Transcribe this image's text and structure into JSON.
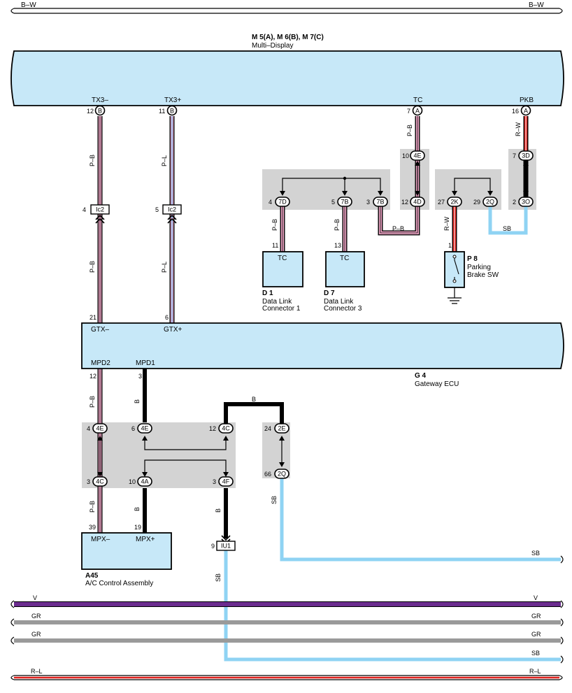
{
  "wires": {
    "top": "B–W",
    "tx3m": "P–B",
    "tx3m_low": "P–B",
    "tx3p": "P–L",
    "tx3p_low": "P–L",
    "tc_up": "P–B",
    "pkb_up": "R–W",
    "d1": "P–B",
    "d7": "P–B",
    "horiz_pb": "P–B",
    "sb_short": "SB",
    "rw_p8": "R–W",
    "mpd2": "P–B",
    "mpd1": "B",
    "b_top": "B",
    "mpx_m": "P–B",
    "mpx_p": "B",
    "to_iu1": "B",
    "sb_2q": "SB",
    "sb_right": "SB",
    "sb_iu1": "SB",
    "v": "V",
    "gr1": "GR",
    "gr2": "GR",
    "sb_bottom": "SB",
    "rl": "R–L"
  },
  "multi_display": {
    "code": "M 5(A), M 6(B), M 7(C)",
    "name": "Multi–Display",
    "pins": [
      {
        "label": "TX3–",
        "num": "12",
        "conn": "B"
      },
      {
        "label": "TX3+",
        "num": "11",
        "conn": "B"
      },
      {
        "label": "TC",
        "num": "7",
        "conn": "A"
      },
      {
        "label": "PKB",
        "num": "16",
        "conn": "A"
      }
    ]
  },
  "junctions": {
    "ic2_a": {
      "num": "4",
      "code": "Ic2"
    },
    "ic2_b": {
      "num": "5",
      "code": "Ic2"
    },
    "j_4e_top": {
      "num": "10",
      "code": "4E"
    },
    "j_4d": {
      "num": "12",
      "code": "4D"
    },
    "j_7d": {
      "num": "4",
      "code": "7D"
    },
    "j_7b_a": {
      "num": "5",
      "code": "7B"
    },
    "j_7b_b": {
      "num": "3",
      "code": "7B"
    },
    "j_3d": {
      "num": "7",
      "code": "3D"
    },
    "j_3o": {
      "num": "2",
      "code": "3O"
    },
    "j_2k": {
      "num": "27",
      "code": "2K"
    },
    "j_2q_top": {
      "num": "29",
      "code": "2Q"
    },
    "j_4e_l": {
      "num": "4",
      "code": "4E"
    },
    "j_4e_m": {
      "num": "6",
      "code": "4E"
    },
    "j_4c_r": {
      "num": "12",
      "code": "4C"
    },
    "j_4c_l": {
      "num": "3",
      "code": "4C"
    },
    "j_4a": {
      "num": "10",
      "code": "4A"
    },
    "j_4f": {
      "num": "3",
      "code": "4F"
    },
    "j_2e": {
      "num": "24",
      "code": "2E"
    },
    "j_2q_bot": {
      "num": "66",
      "code": "2Q"
    },
    "iu1": {
      "num": "9",
      "code": "IU1"
    }
  },
  "d1": {
    "pin": "11",
    "label": "TC",
    "code": "D 1",
    "name1": "Data Link",
    "name2": "Connector 1"
  },
  "d7": {
    "pin": "13",
    "label": "TC",
    "code": "D 7",
    "name1": "Data Link",
    "name2": "Connector 3"
  },
  "p8": {
    "pin": "1",
    "code": "P 8",
    "name1": "Parking",
    "name2": "Brake SW"
  },
  "gateway": {
    "code": "G 4",
    "name": "Gateway ECU",
    "pins": [
      {
        "label": "GTX–",
        "num": "21"
      },
      {
        "label": "GTX+",
        "num": "6"
      },
      {
        "label": "MPD2",
        "num": "12"
      },
      {
        "label": "MPD1",
        "num": "3"
      }
    ]
  },
  "a45": {
    "code": "A45",
    "name": "A/C Control Assembly",
    "pins": [
      {
        "label": "MPX–",
        "num": "39"
      },
      {
        "label": "MPX+",
        "num": "19"
      }
    ]
  },
  "colors": {
    "box_fill": "#c7e8f8",
    "junction_gray": "#d3d3d3",
    "pink": "#f2a7c8",
    "blue": "#6ab7ea",
    "red": "#e0201c",
    "sky_blue": "#8fd3f3",
    "violet": "#6b2c8f",
    "gray": "#9a9a9a"
  }
}
